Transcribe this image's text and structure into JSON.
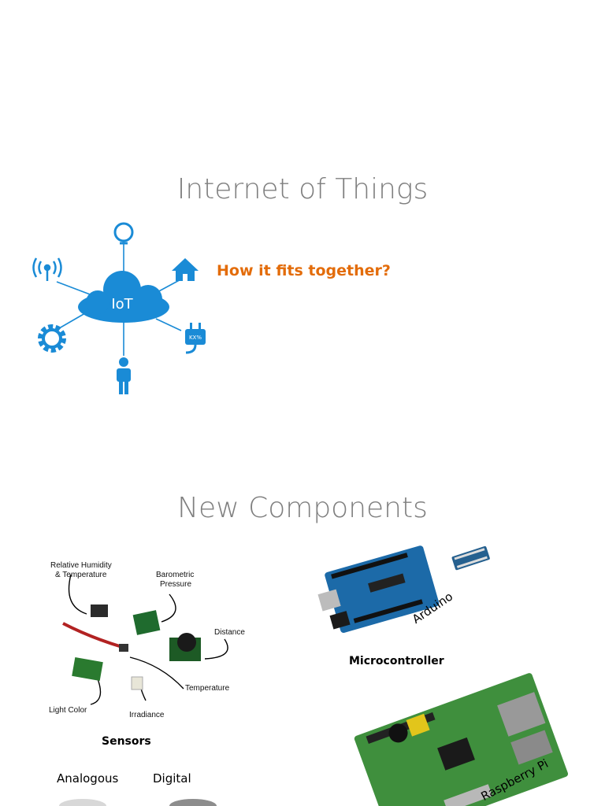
{
  "slide1": {
    "title": "Internet of Things",
    "tagline": "How it fits together?",
    "cloud_label": "IoT",
    "plug_label": "KX%",
    "icons": [
      "lightbulb-icon",
      "wireless-antenna-icon",
      "house-icon",
      "gear-icon",
      "plug-icon",
      "person-icon"
    ],
    "accent_color": "#1a8bd6",
    "tagline_color": "#e36c0a"
  },
  "slide2": {
    "title": "New Components",
    "sensors": {
      "humidity": "Relative Humidity",
      "humidity2": "& Temperature",
      "barometric": "Barometric",
      "barometric2": "Pressure",
      "distance": "Distance",
      "temperature": "Temperature",
      "light": "Light Color",
      "irradiance": "Irradiance",
      "caption": "Sensors"
    },
    "microcontroller": {
      "arduino": "Arduino",
      "caption": "Microcontroller",
      "raspberry": "Raspberry Pi"
    },
    "analogous": "Analogous",
    "digital": "Digital"
  }
}
